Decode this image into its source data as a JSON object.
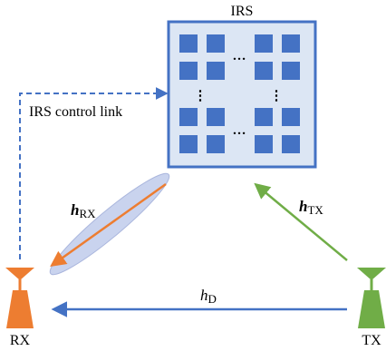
{
  "irs": {
    "title": "IRS",
    "control_link_label": "IRS control link",
    "ellipsis_h": "…",
    "ellipsis_v": "⋮"
  },
  "rx": {
    "label": "RX"
  },
  "tx": {
    "label": "TX"
  },
  "channels": {
    "h_rx": {
      "main": "h",
      "sub": "RX"
    },
    "h_tx": {
      "main": "h",
      "sub": "TX"
    },
    "h_d": {
      "main": "h",
      "sub": "D"
    }
  },
  "colors": {
    "irs_fill": "#dce6f4",
    "irs_border": "#4472c4",
    "element": "#4472c4",
    "control_link": "#4472c4",
    "rx": "#ed7d31",
    "tx": "#70ad47",
    "direct_link": "#4472c4",
    "beam_fill": "#c9d3ee"
  }
}
